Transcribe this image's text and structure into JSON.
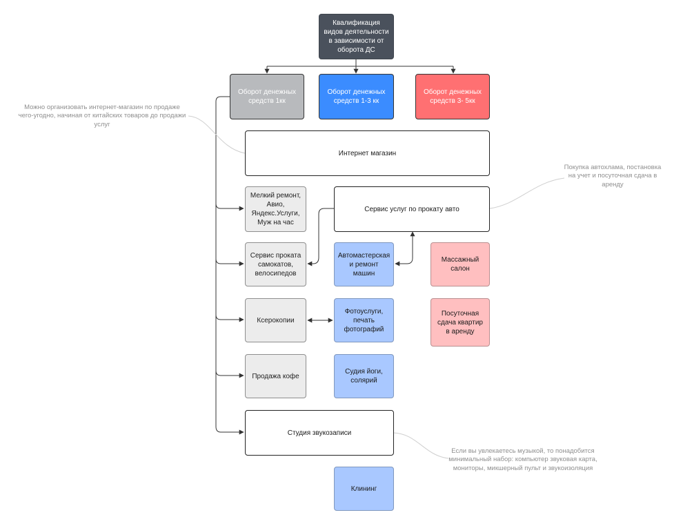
{
  "diagram": {
    "root": "Квалификация видов деятельности в зависимости от оборота ДС",
    "tiers": {
      "tier1": "Оборот денежных средств 1кк",
      "tier2": "Оборот денежных средств 1-3 кк",
      "tier3": "Оборот денежных средств 3- 5кк"
    },
    "activities": {
      "internet_shop": "Интернет магазин",
      "repair": "Мелкий ремонт, Авио, Яндекс.Услуги, Муж на час",
      "car_rental": "Сервис услуг по прокату авто",
      "scooter_rental": "Сервис проката самокатов, велосипедов",
      "auto_repair": "Автомастерская и ремонт машин",
      "massage": "Массажный салон",
      "xerox": "Ксерокопии",
      "photo": "Фотоуслуги, печать фотографий",
      "daily_rent": "Посуточная сдача квартир в аренду",
      "coffee": "Продажа кофе",
      "yoga": "Судия йоги, солярий",
      "studio": "Студия звукозаписи",
      "cleaning": "Клининг"
    },
    "notes": {
      "shop_note": "Можно организовать интернет-магазин по продаже чего-угодно, начиная от китайских товаров до продажи услуг",
      "car_note": "Покупка автохлама, постановка на учет и посуточная сдача в аренду",
      "studio_note": "Если вы увлекаетесь музыкой, то понадобится минимальный набор: компьютер звуковая карта, мониторы, микшерный пульт и звукоизоляция"
    },
    "colors": {
      "root": "#4a515c",
      "tier1": "#b8babd",
      "tier2": "#3b8cff",
      "tier3": "#ff7072",
      "tier1_items": "#ececec",
      "tier2_items": "#a9c8ff",
      "tier3_items": "#ffbfc0"
    }
  }
}
